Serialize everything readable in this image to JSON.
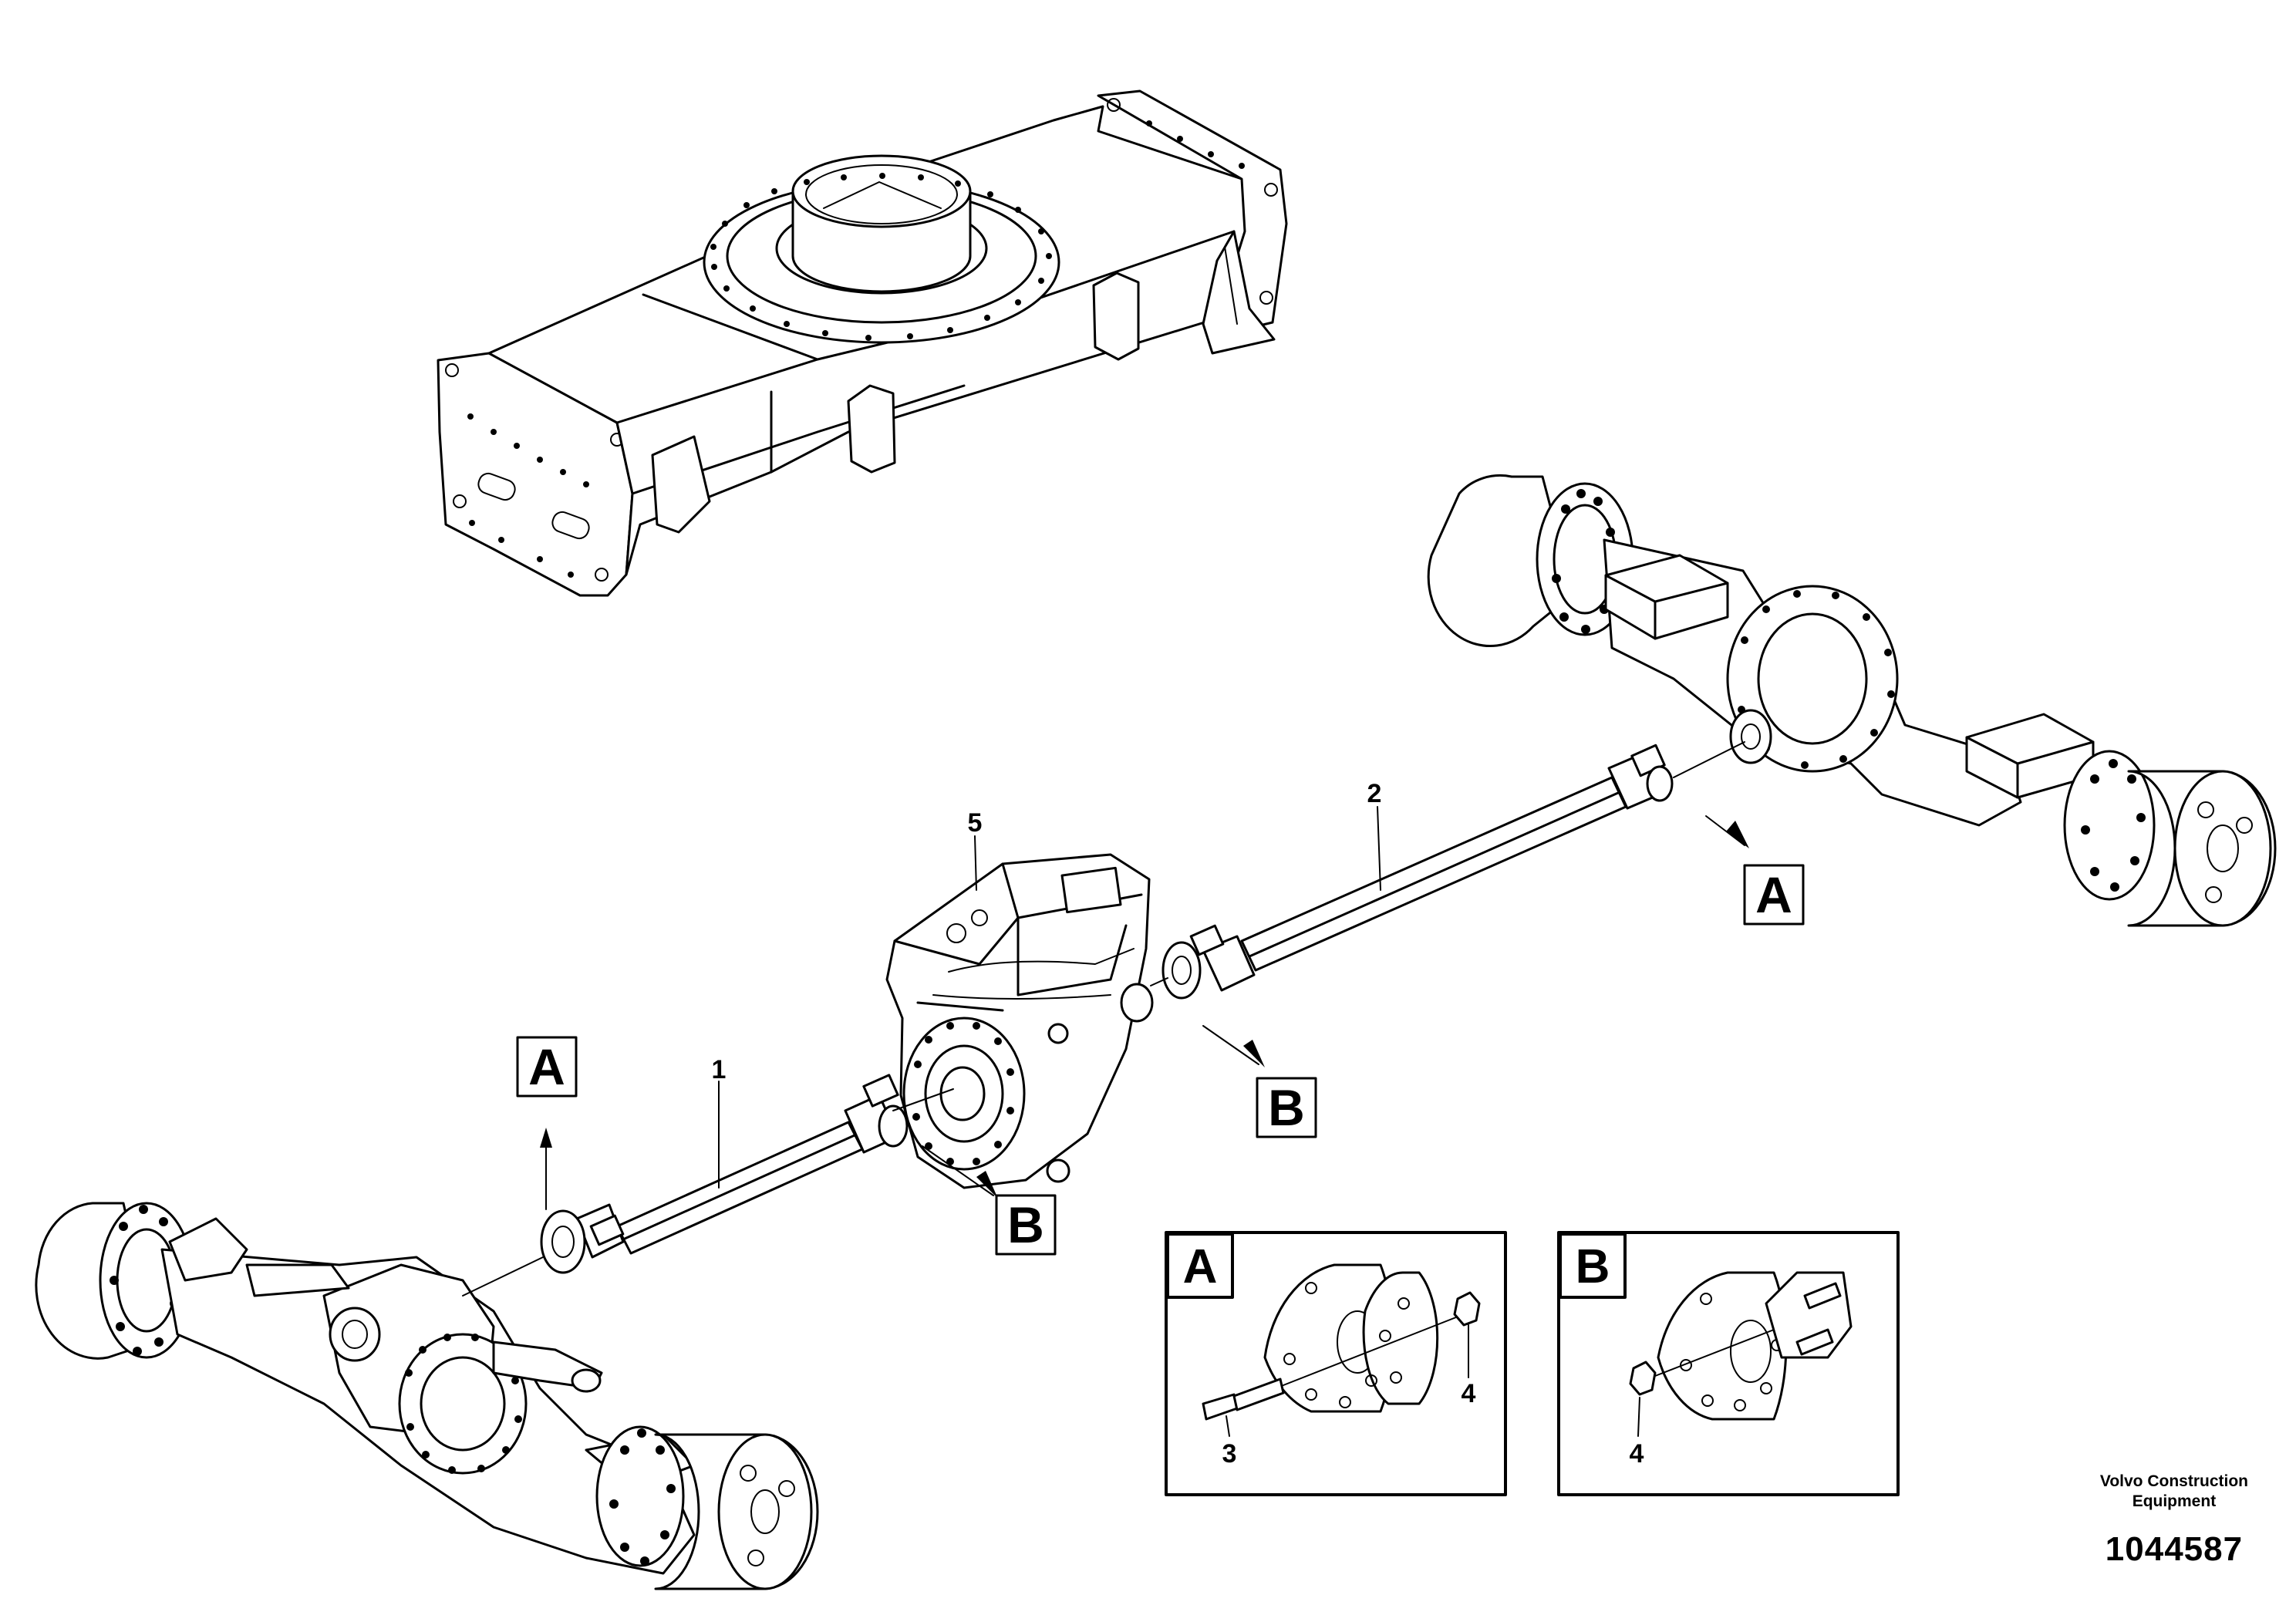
{
  "callouts": {
    "item1": "1",
    "item2": "2",
    "item3": "3",
    "item4a": "4",
    "item4b": "4",
    "item5": "5"
  },
  "view_labels": {
    "a_front": "A",
    "a_rear": "A",
    "b_front": "B",
    "b_rear": "B"
  },
  "details": {
    "a_title": "A",
    "b_title": "B"
  },
  "footer": {
    "brand_line1": "Volvo Construction",
    "brand_line2": "Equipment",
    "doc_number": "1044587"
  }
}
